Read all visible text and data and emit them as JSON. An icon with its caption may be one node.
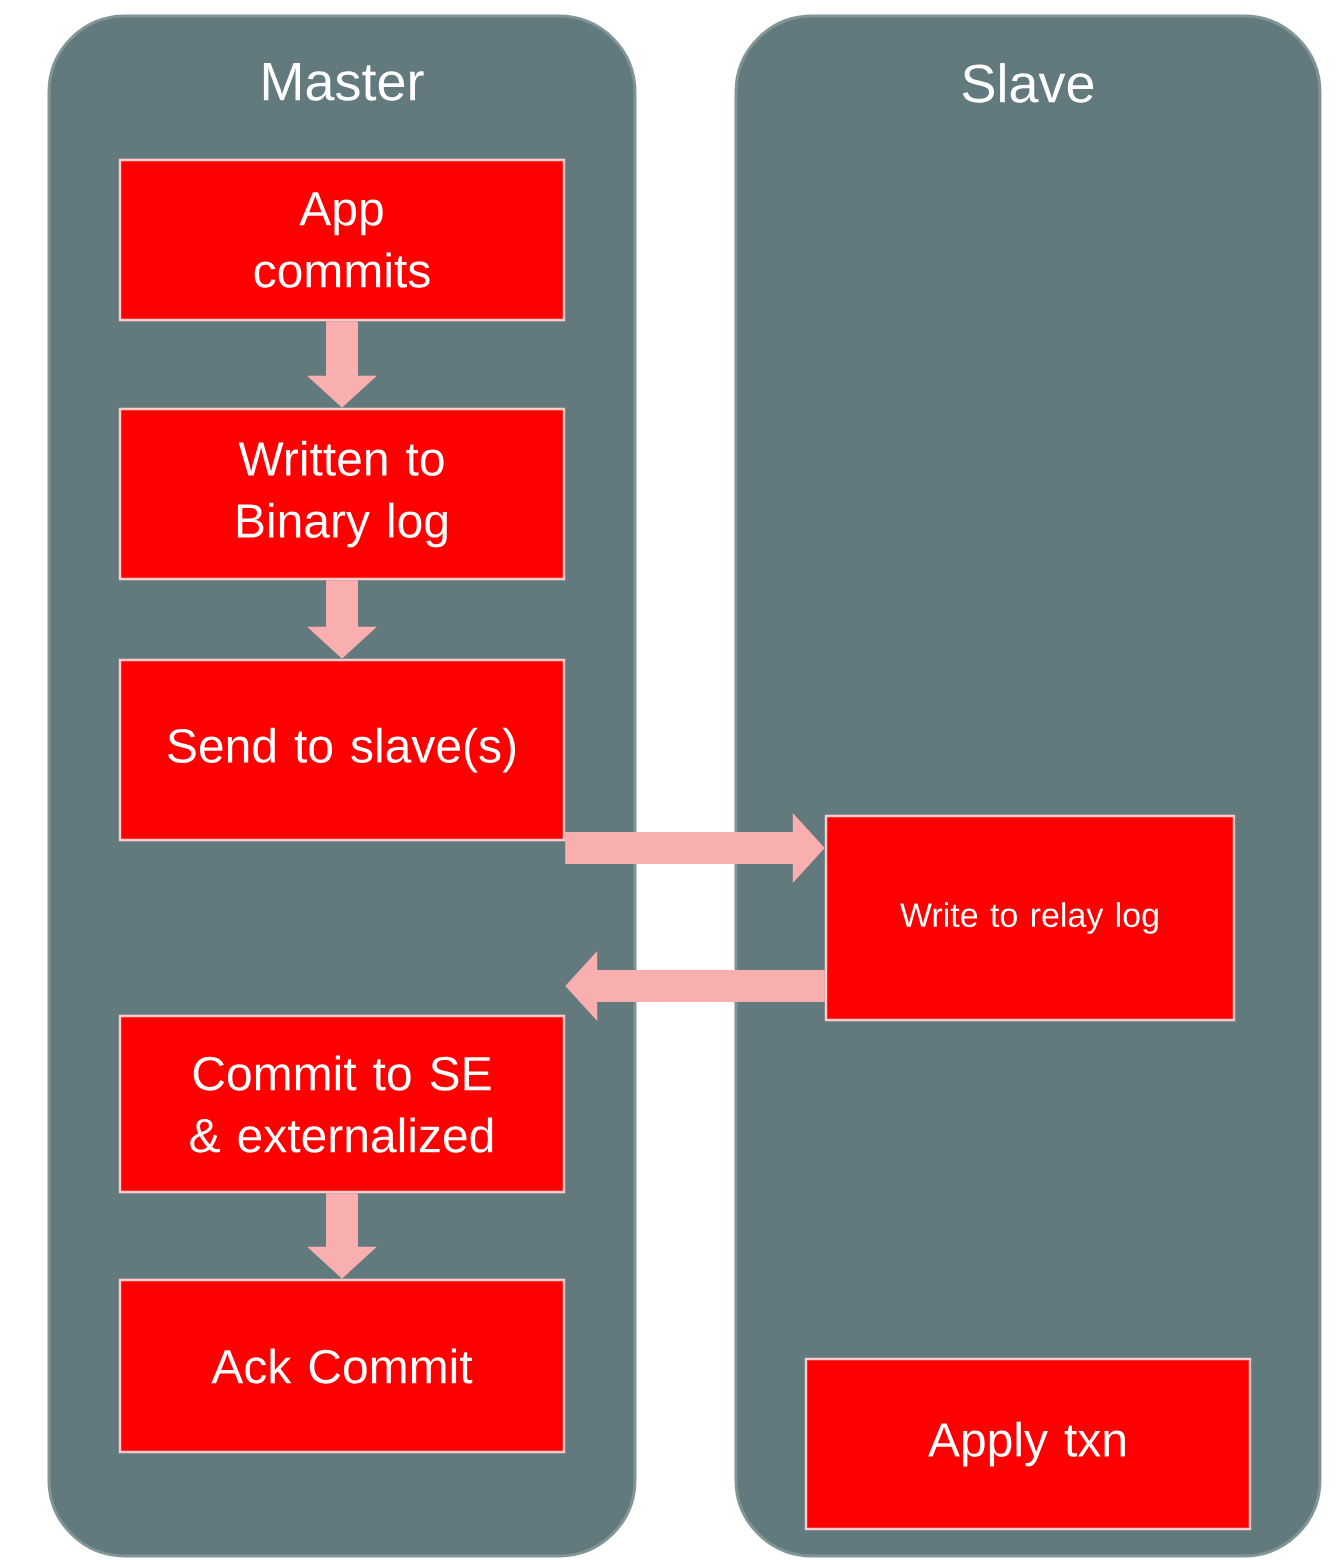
{
  "diagram": {
    "nodes": [
      {
        "text": [
          "Master"
        ]
      },
      {
        "text": [
          "Slave"
        ]
      },
      {
        "text": [
          "App commits"
        ],
        "in": 0
      },
      {
        "text": [
          "Written to Binary log"
        ],
        "in": 0
      },
      {
        "text": [
          "Send to slave(s)"
        ],
        "in": 0
      },
      {
        "text": [
          "Commit to SE & externalized"
        ],
        "in": 0
      },
      {
        "text": [
          "Ack Commit"
        ],
        "in": 0
      },
      {
        "text": [
          "Write to relay log"
        ],
        "in": 1
      },
      {
        "text": [
          "Apply txn"
        ],
        "in": 1
      }
    ],
    "edges": [
      {
        "from": 2,
        "to": 3,
        "arrow": "to"
      },
      {
        "from": 3,
        "to": 4,
        "arrow": "to"
      },
      {
        "from": 4,
        "to": 7,
        "arrow": "to"
      },
      {
        "from": 7,
        "to": 5,
        "arrow": "to"
      },
      {
        "from": 5,
        "to": 6,
        "arrow": "to"
      }
    ]
  }
}
